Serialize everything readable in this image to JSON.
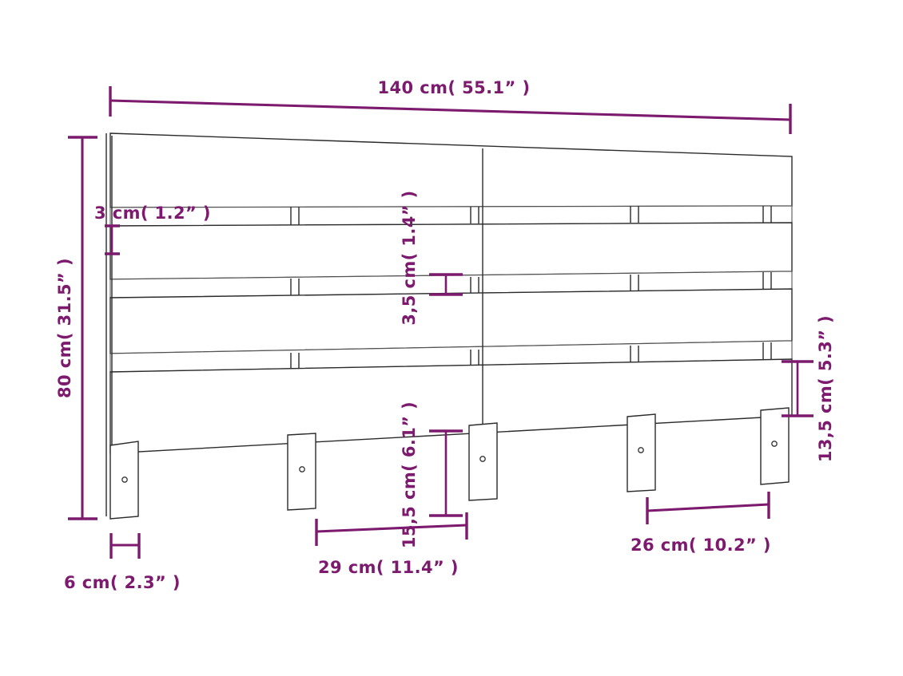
{
  "drawing": {
    "title": "Headboard dimension drawing",
    "accent_color": "#7c1a6e",
    "line_color": "#2b2b2b",
    "background": "#ffffff",
    "units": "cm / inch"
  },
  "dimensions": {
    "total_width": "140 cm( 55.1” )",
    "total_height": "80 cm( 31.5” )",
    "slat_thickness": "3 cm( 1.2” )",
    "slat_height": "3,5 cm( 1.4” )",
    "gap_height": "15,5 cm( 6.1” )",
    "leg_inset_right": "13,5 cm( 5.3” )",
    "leg_width": "6 cm( 2.3” )",
    "leg_spacing_left": "29 cm( 11.4” )",
    "leg_spacing_right": "26 cm( 10.2” )"
  },
  "labels": [
    {
      "id": "total-width",
      "text": "140 cm( 55.1” )",
      "orientation": "horizontal"
    },
    {
      "id": "total-height",
      "text": "80 cm( 31.5” )",
      "orientation": "vertical"
    },
    {
      "id": "slat-thickness",
      "text": "3 cm( 1.2” )",
      "orientation": "horizontal"
    },
    {
      "id": "slat-height",
      "text": "3,5 cm( 1.4” )",
      "orientation": "vertical"
    },
    {
      "id": "gap-height",
      "text": "15,5 cm( 6.1” )",
      "orientation": "vertical"
    },
    {
      "id": "leg-inset-right",
      "text": "13,5 cm( 5.3” )",
      "orientation": "vertical"
    },
    {
      "id": "leg-width",
      "text": "6 cm( 2.3” )",
      "orientation": "horizontal"
    },
    {
      "id": "leg-spacing-left",
      "text": "29 cm( 11.4” )",
      "orientation": "horizontal"
    },
    {
      "id": "leg-spacing-right",
      "text": "26 cm( 10.2” )",
      "orientation": "horizontal"
    }
  ]
}
